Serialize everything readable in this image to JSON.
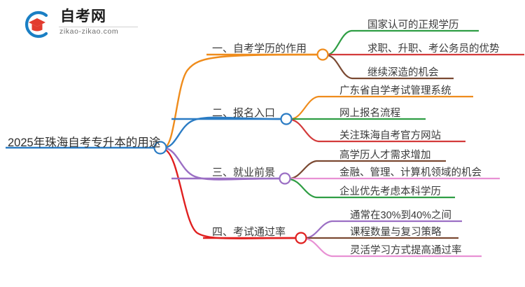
{
  "logo": {
    "name_cn": "自考网",
    "domain": "zikao-zikao.com",
    "mark_icon": "graduation-cap-icon",
    "arc_color": "#1a7fc4",
    "cap_color": "#e23b2e"
  },
  "mindmap": {
    "root": {
      "label": "2025年珠海自考专升本的用途",
      "color": "#2b7cc4"
    },
    "branches": [
      {
        "index": "1",
        "label": "一、自考学历的作用",
        "color": "#ef8c1c",
        "leaves": [
          {
            "label": "国家认可的正规学历",
            "color": "#2f9e44"
          },
          {
            "label": "求职、升职、考公务员的优势",
            "color": "#d33b3b"
          },
          {
            "label": "继续深造的机会",
            "color": "#7b4a33"
          }
        ]
      },
      {
        "index": "2",
        "label": "二、报名入口",
        "color": "#2b7cc4",
        "leaves": [
          {
            "label": "广东省自学考试管理系统",
            "color": "#ef8c1c"
          },
          {
            "label": "网上报名流程",
            "color": "#2f9e44"
          },
          {
            "label": "关注珠海自考官方网站",
            "color": "#d33b3b"
          }
        ]
      },
      {
        "index": "3",
        "label": "三、就业前景",
        "color": "#9b6fc4",
        "leaves": [
          {
            "label": "高学历人才需求增加",
            "color": "#7b4a33"
          },
          {
            "label": "金融、管理、计算机领域的机会",
            "color": "#e891d4"
          },
          {
            "label": "企业优先考虑本科学历",
            "color": "#2f9e44"
          }
        ]
      },
      {
        "index": "4",
        "label": "四、考试通过率",
        "color": "#e02020",
        "leaves": [
          {
            "label": "通常在30%到40%之间",
            "color": "#9b6fc4"
          },
          {
            "label": "课程数量与复习策略",
            "color": "#7b4a33"
          },
          {
            "label": "灵活学习方式提高通过率",
            "color": "#e891d4"
          }
        ]
      }
    ]
  }
}
